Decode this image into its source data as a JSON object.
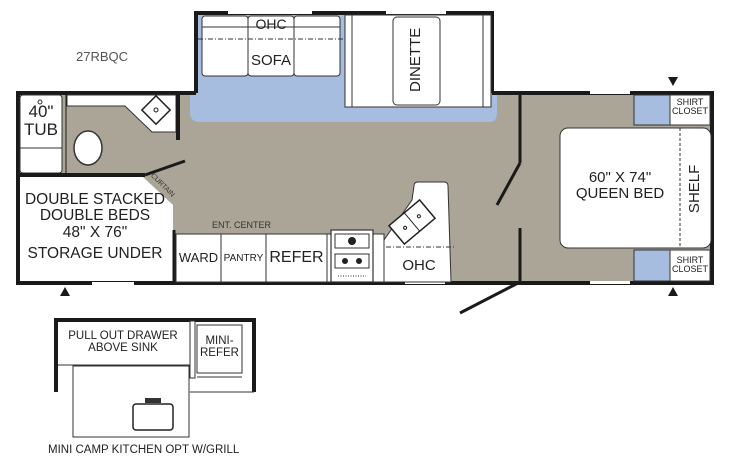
{
  "model": "27RBQC",
  "colors": {
    "floor": "#aba598",
    "slide": "#a6bde0",
    "wall": "#1a1a1a",
    "furniture": "#ffffff"
  },
  "rooms": {
    "tub": {
      "size": "40\"",
      "label": "TUB"
    },
    "bunks": {
      "line1": "DOUBLE STACKED",
      "line2": "DOUBLE BEDS",
      "line3": "48\" X 76\"",
      "line4": "STORAGE UNDER"
    },
    "curtain": "CURTAIN",
    "slide_ohc": "OHC",
    "sofa": "SOFA",
    "dinette": "DINETTE",
    "ent_center": "ENT. CENTER",
    "ward": "WARD",
    "pantry": "PANTRY",
    "refer": "REFER",
    "kitchen_ohc": "OHC",
    "queen_bed": {
      "line1": "60\" X 74\"",
      "line2": "QUEEN BED"
    },
    "shelf": "SHELF",
    "shirt_closet_top": {
      "line1": "SHIRT",
      "line2": "CLOSET"
    },
    "shirt_closet_bottom": {
      "line1": "SHIRT",
      "line2": "CLOSET"
    }
  },
  "camp_kitchen": {
    "drawer": {
      "line1": "PULL OUT DRAWER",
      "line2": "ABOVE SINK"
    },
    "mini_refer": {
      "line1": "MINI-",
      "line2": "REFER"
    },
    "caption": "MINI CAMP KITCHEN OPT W/GRILL"
  }
}
